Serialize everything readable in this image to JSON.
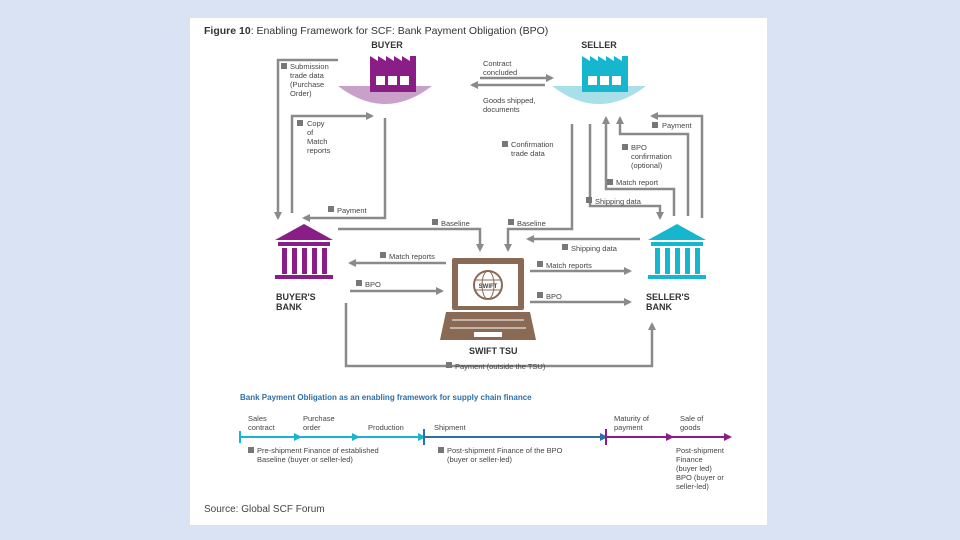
{
  "figure": {
    "title_bold": "Figure 10",
    "title_rest": ": Enabling Framework for SCF: Bank Payment Obligation (BPO)",
    "source": "Source: Global SCF Forum"
  },
  "parties": {
    "buyer": "BUYER",
    "seller": "SELLER",
    "buyers_bank_1": "BUYER'S",
    "buyers_bank_2": "BANK",
    "sellers_bank_1": "SELLER'S",
    "sellers_bank_2": "BANK",
    "swift": "SWIFT TSU",
    "swift_logo": "SWIFT"
  },
  "flows": {
    "submission": [
      "Submission",
      "trade data",
      "(Purchase",
      "Order)"
    ],
    "copy": [
      "Copy",
      "of",
      "Match",
      "reports"
    ],
    "contract": [
      "Contract",
      "concluded"
    ],
    "goods": [
      "Goods shipped,",
      "documents"
    ],
    "confirmation": [
      "Confirmation",
      "trade data"
    ],
    "payment_seller": "Payment",
    "bpo_confirmation": [
      "BPO",
      "confirmation",
      "(optional)"
    ],
    "match_report": "Match report",
    "shipping_data_top": "Shipping data",
    "payment_buyer": "Payment",
    "baseline_left": "Baseline",
    "baseline_right": "Baseline",
    "shipping_data": "Shipping data",
    "match_reports_left": "Match reports",
    "match_reports_right": "Match reports",
    "bpo_left": "BPO",
    "bpo_right": "BPO",
    "payment_outside": "Payment (outside the TSU)"
  },
  "timeline": {
    "title": "Bank Payment Obligation as an enabling framework for supply chain finance",
    "stages": {
      "sales_contract": [
        "Sales",
        "contract"
      ],
      "purchase_order": [
        "Purchase",
        "order"
      ],
      "production": "Production",
      "shipment": "Shipment",
      "maturity": [
        "Maturity of",
        "payment"
      ],
      "sale_goods": [
        "Sale of",
        "goods"
      ]
    },
    "finance": {
      "pre": [
        "Pre-shipment Finance of established",
        "Baseline (buyer or seller-led)"
      ],
      "post": [
        "Post-shipment Finance of the BPO",
        "(buyer or seller-led)"
      ],
      "after": [
        "Post-shipment",
        "Finance",
        "(buyer led)",
        "BPO (buyer or",
        "seller-led)"
      ]
    }
  },
  "colors": {
    "buyer": "#8b1e86",
    "seller": "#17b6cf",
    "arrow": "#8a8a8a",
    "swift": "#8a6a55",
    "blue": "#2f6fa8",
    "background": "#dae3f3"
  }
}
